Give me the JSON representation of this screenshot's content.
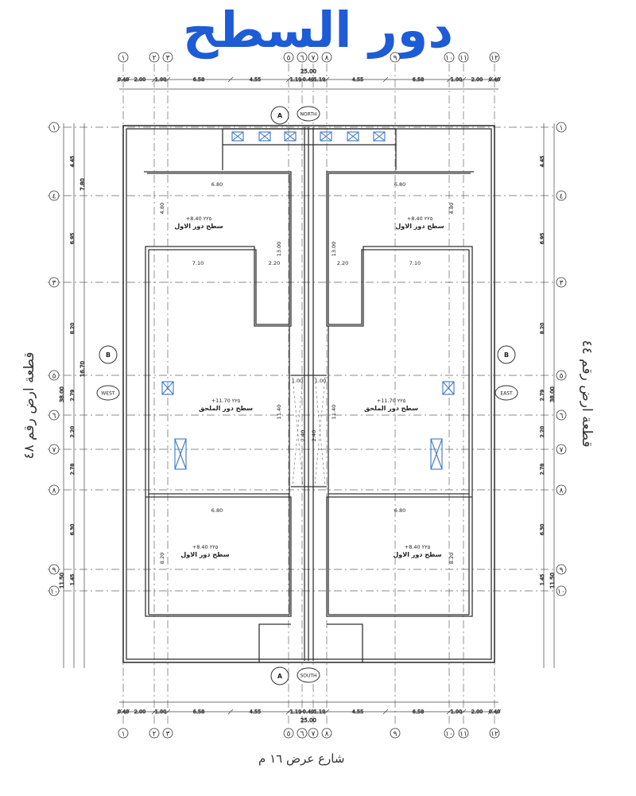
{
  "title": "دور السطح",
  "plot_left": "قطعة ارض رقم ٤٨",
  "plot_right": "قطعة ارض رقم ٤٤",
  "street": "شارع عرض ١٦ م",
  "grid_top_labels": [
    "١",
    "٢",
    "٣",
    "٥",
    "٦",
    "٧",
    "٨",
    "٩",
    "١٠",
    "١١",
    "١٢"
  ],
  "grid_side_labels": [
    "١",
    "٤",
    "٣",
    "٥",
    "٦",
    "٧",
    "٨",
    "٩",
    "١٠"
  ],
  "dims_top": [
    "0.40",
    "2.00",
    "1.00",
    "6.58",
    "4.55",
    "1.19",
    "0.40",
    "1.19",
    "4.55",
    "6.58",
    "1.00",
    "2.00",
    "0.40"
  ],
  "dims_top_total": "25.00",
  "dims_side": [
    "4.45",
    "6.95",
    "8.20",
    "2.79",
    "2.20",
    "2.78",
    "6.30",
    "1.45"
  ],
  "dims_side_total": "38.00",
  "dims_side_mid": "16.70",
  "dims_side_upper": "7.80",
  "dims_side_lower": "11.50",
  "roof_first_floor": "سطح دور الاول",
  "roof_annex": "سطح دور الملحق",
  "level_first_a": "+8.40 ٢٢٥",
  "level_first_b": "+8.40 ٢٢٥",
  "level_annex_a": "+11.70 ٢٢٥",
  "level_annex_b": "+11.70 ٢٢٥",
  "interior_dims": [
    "6.80",
    "7.10",
    "2.20",
    "13.00",
    "11.40",
    "6.80",
    "4.80",
    "8.20",
    "1.00",
    "2.40"
  ],
  "markers": {
    "north": "NORTH",
    "south": "SOUTH",
    "east": "EAST",
    "west": "WEST",
    "a": "A",
    "b": "B"
  },
  "colors": {
    "title": "#1e5bd6",
    "line": "#333333",
    "glass": "#3b78c8"
  }
}
